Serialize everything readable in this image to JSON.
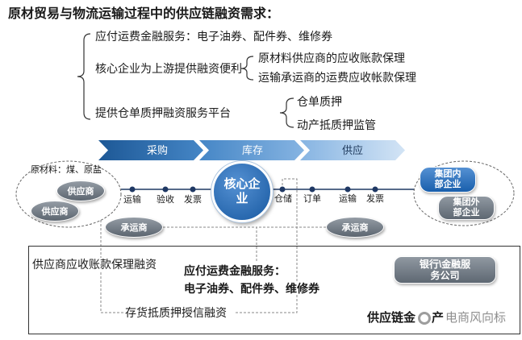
{
  "title": "原材贸易与物流运输过程中的供应链融资需求：",
  "needs": {
    "freight_service": "应付运费金融服务：电子油券、配件券、维修券",
    "core_financing": {
      "label": "核心企业为上游提供融资便利",
      "items": [
        "原材料供应商的应收账款保理",
        "运输承运商的运费应收帐款保理"
      ]
    },
    "warehouse_platform": {
      "label": "提供仓单质押融资服务平台",
      "items": [
        "仓单质押",
        "动产抵质押监管"
      ]
    }
  },
  "stages": [
    "采购",
    "库存",
    "供应"
  ],
  "upstream": {
    "materials": "原材料：煤、原盐",
    "suppliers": [
      "供应商",
      "供应商"
    ]
  },
  "flow": {
    "inbound_steps": [
      "运输",
      "验收",
      "发票"
    ],
    "core_enterprise": "核心企业",
    "outbound_steps": [
      "仓储",
      "订单",
      "运输",
      "发票"
    ]
  },
  "downstream": {
    "internal": "集团内部企业",
    "external": "集团外部企业"
  },
  "carriers": [
    "承运商",
    "承运商"
  ],
  "finance": {
    "receivables_factoring": "供应商应收账款保理融资",
    "freight_title": "应付运费金融服务：",
    "freight_items": "电子油券、配件券、维修券",
    "inventory_credit": "存货抵质押授信融资",
    "bank": "银行\\金融服务公司",
    "asset_label_start": "供应链金",
    "asset_label_end": "产"
  },
  "watermark": "电商风向标",
  "colors": {
    "text": "#1a1a1a",
    "line_navy": "#1f3864",
    "bracket": "#333333",
    "dashed_gray": "#8a8a8a",
    "core_blue": "#1c6cc4",
    "node_gray": "#6b7682",
    "stage_1": "#1d5896",
    "stage_2": "#4586c6",
    "stage_3": "#86b4e2",
    "stage_end": "#d3e4f5",
    "stage_text_dark": "#1f3a5c",
    "watermark_gray": "#8f8f8f"
  }
}
